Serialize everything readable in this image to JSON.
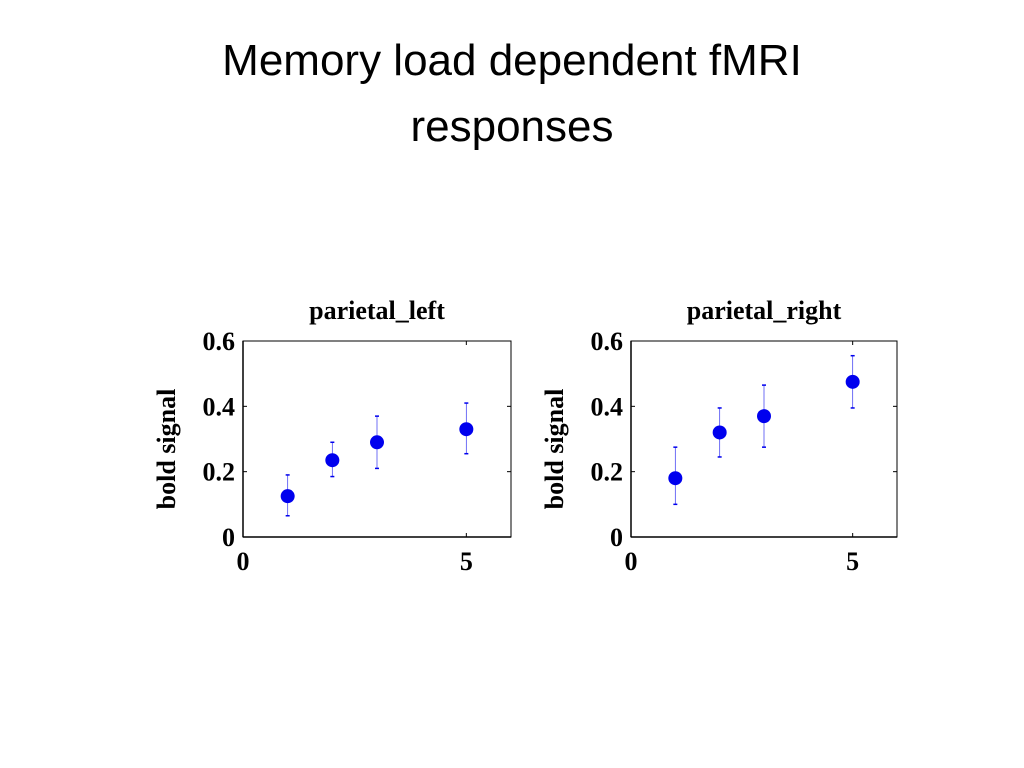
{
  "title": {
    "line1": "Memory load dependent fMRI",
    "line2": "responses"
  },
  "colors": {
    "marker": "#0000ee",
    "axis": "#000000"
  },
  "chart_data": [
    {
      "type": "scatter",
      "title": "parietal_left",
      "ylabel": "bold signal",
      "xlabel": "",
      "xlim": [
        0,
        6
      ],
      "ylim": [
        0,
        0.6
      ],
      "xticks": [
        0,
        5
      ],
      "yticks": [
        0,
        0.2,
        0.4,
        0.6
      ],
      "ytick_labels": [
        "0",
        "0.2",
        "0.4",
        "0.6"
      ],
      "error_bars": true,
      "series": [
        {
          "x": [
            1,
            2,
            3,
            5
          ],
          "y": [
            0.125,
            0.235,
            0.29,
            0.33
          ],
          "err_low": [
            0.065,
            0.185,
            0.21,
            0.255
          ],
          "err_high": [
            0.19,
            0.29,
            0.37,
            0.41
          ]
        }
      ]
    },
    {
      "type": "scatter",
      "title": "parietal_right",
      "ylabel": "bold signal",
      "xlabel": "",
      "xlim": [
        0,
        6
      ],
      "ylim": [
        0,
        0.6
      ],
      "xticks": [
        0,
        5
      ],
      "yticks": [
        0,
        0.2,
        0.4,
        0.6
      ],
      "ytick_labels": [
        "0",
        "0.2",
        "0.4",
        "0.6"
      ],
      "error_bars": true,
      "series": [
        {
          "x": [
            1,
            2,
            3,
            5
          ],
          "y": [
            0.18,
            0.32,
            0.37,
            0.475
          ],
          "err_low": [
            0.1,
            0.245,
            0.275,
            0.395
          ],
          "err_high": [
            0.275,
            0.395,
            0.465,
            0.555
          ]
        }
      ]
    }
  ]
}
